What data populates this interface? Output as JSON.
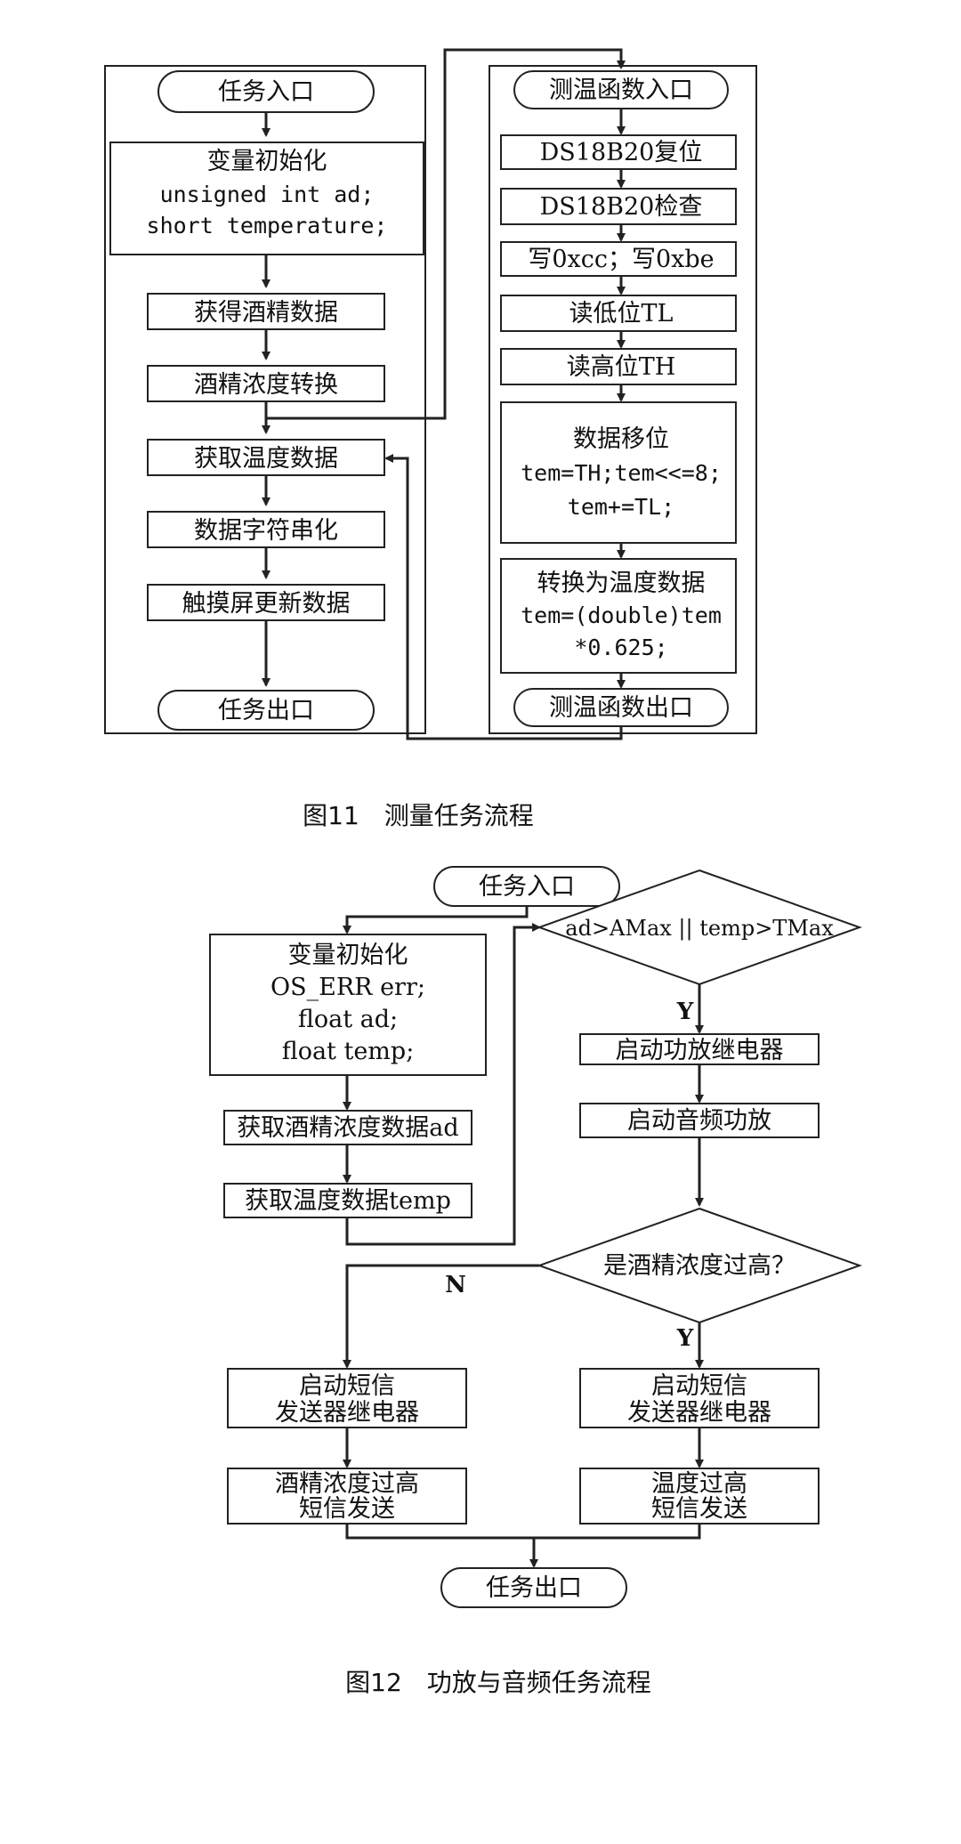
{
  "fig11": {
    "caption": "图11　测量任务流程",
    "left": {
      "start": "任务入口",
      "init": [
        "变量初始化",
        "unsigned int ad;",
        "short temperature;"
      ],
      "get_alcohol": "获得酒精数据",
      "convert": "酒精浓度转换",
      "get_temp": "获取温度数据",
      "serialize": "数据字符串化",
      "update": "触摸屏更新数据",
      "end": "任务出口"
    },
    "right": {
      "start": "测温函数入口",
      "reset": "DS18B20复位",
      "check": "DS18B20检查",
      "write": "写0xcc；写0xbe",
      "read_low": "读低位TL",
      "read_high": "读高位TH",
      "shift": [
        "数据移位",
        "tem=TH;tem<<=8;",
        "tem+=TL;"
      ],
      "convert": [
        "转换为温度数据",
        "tem=(double)tem",
        "*0.625;"
      ],
      "end": "测温函数出口"
    }
  },
  "fig12": {
    "caption": "图12　功放与音频任务流程",
    "start": "任务入口",
    "init": [
      "变量初始化",
      "OS_ERR err;",
      "float ad;",
      "float temp;"
    ],
    "get_ad": "获取酒精浓度数据ad",
    "get_temp": "获取温度数据temp",
    "decision1": "ad>AMax || temp>TMax",
    "yes1": "Y",
    "start_relay": "启动功放继电器",
    "start_audio": "启动音频功放",
    "decision2": "是酒精浓度过高？",
    "no2": "N",
    "yes2": "Y",
    "sms_relay_left": [
      "启动短信",
      "发送器继电器"
    ],
    "sms_relay_right": [
      "启动短信",
      "发送器继电器"
    ],
    "sms_alcohol": [
      "酒精浓度过高",
      "短信发送"
    ],
    "sms_temp": [
      "温度过高",
      "短信发送"
    ],
    "end": "任务出口"
  }
}
